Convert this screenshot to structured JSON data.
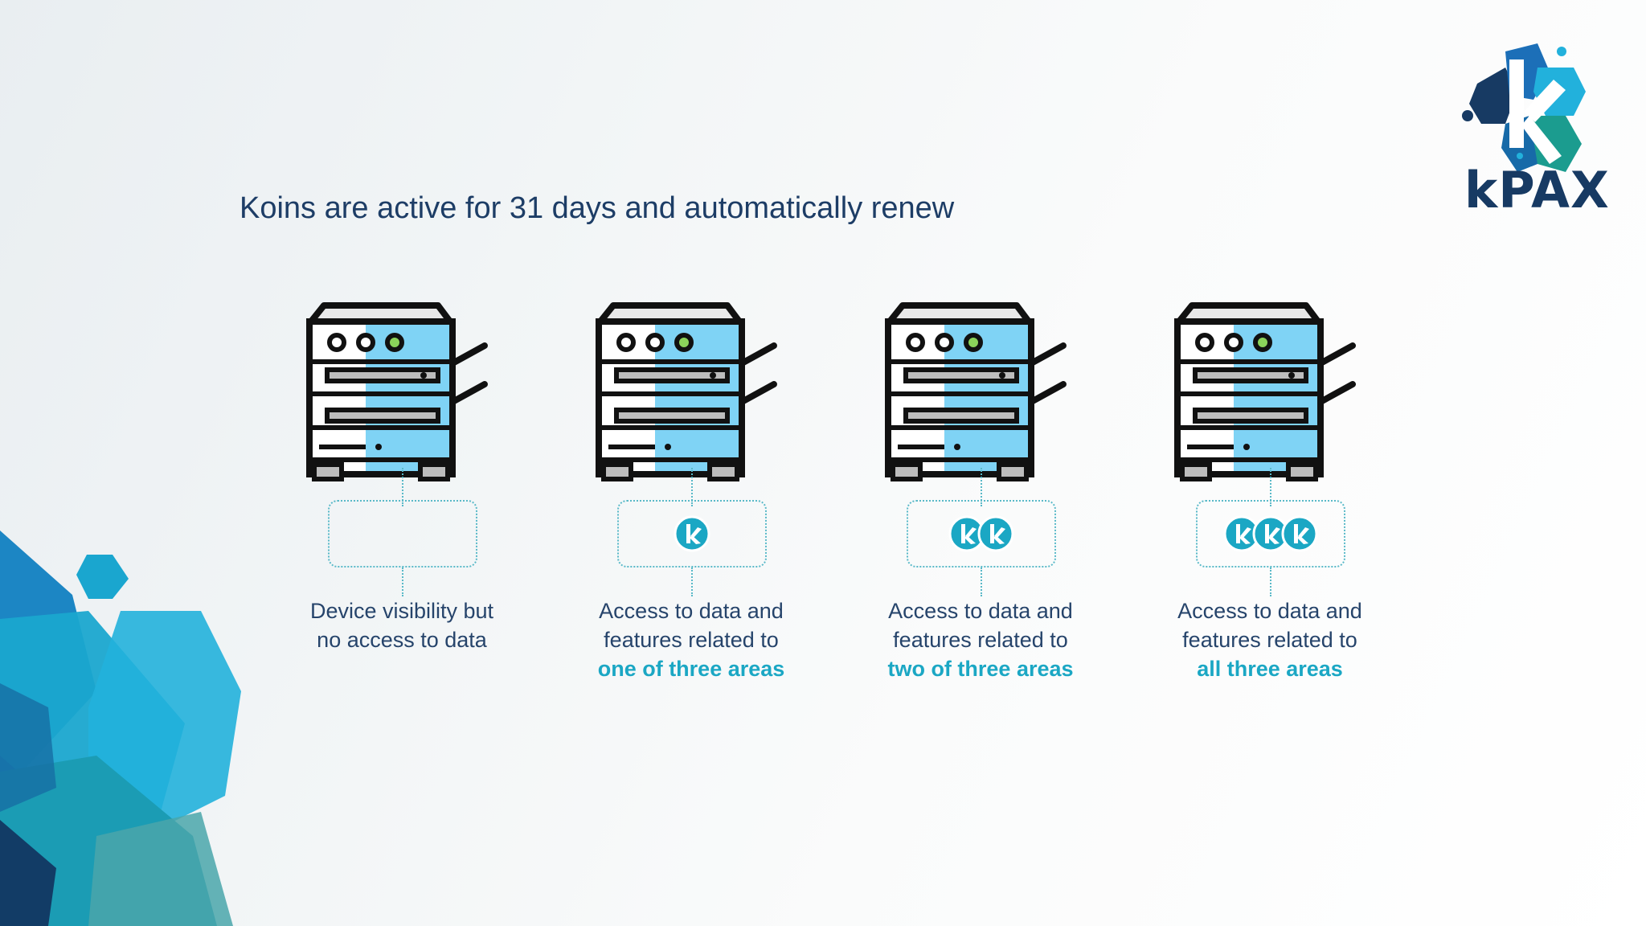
{
  "slide": {
    "title": "Koins are active for 31 days and automatically renew"
  },
  "logo": {
    "word": "kPAX",
    "icon": "kpax-logo-icon"
  },
  "colors": {
    "title": "#1d3d66",
    "highlight": "#1ba7c4",
    "body_text": "#26446b",
    "dotted_border": "#59b9c8",
    "printer_blue": "#7fd3f5",
    "koin_teal": "#1ba7c4"
  },
  "tiers": [
    {
      "icon": "printer-icon",
      "koins": 0,
      "line1": "Device visibility but",
      "line2": "no access to data",
      "highlight": ""
    },
    {
      "icon": "printer-icon",
      "koins": 1,
      "line1": "Access to data and",
      "line2": "features related to",
      "highlight": "one of three areas"
    },
    {
      "icon": "printer-icon",
      "koins": 2,
      "line1": "Access to data and",
      "line2": "features related to",
      "highlight": "two of three areas"
    },
    {
      "icon": "printer-icon",
      "koins": 3,
      "line1": "Access to data and",
      "line2": "features related to",
      "highlight": "all three areas"
    }
  ]
}
